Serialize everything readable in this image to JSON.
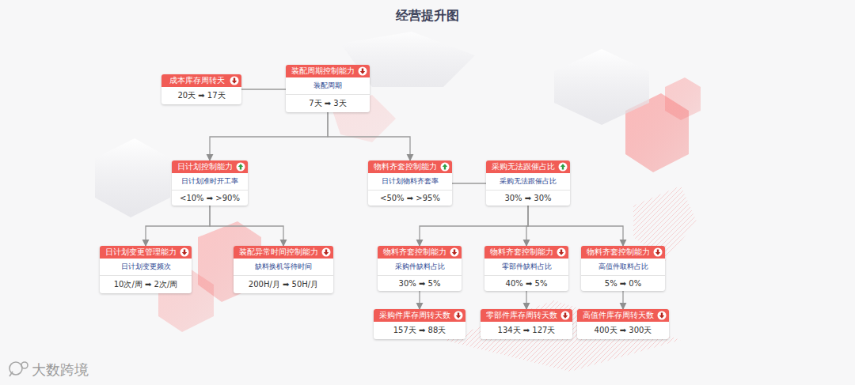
{
  "diagram": {
    "title": "经营提升图",
    "nodes": [
      {
        "text": [
          "成本库存周转天",
          "20天 ➡ 17天"
        ]
      },
      {
        "text": [
          "装配周期控制能力",
          "装配周期",
          "7天 ➡ 3天"
        ]
      },
      {
        "text": [
          "日计划控制能力",
          "日计划准时开工率",
          "<10% ➡ >90%"
        ]
      },
      {
        "text": [
          "物料齐套控制能力",
          "日计划物料齐套率",
          "<50% ➡ >95%"
        ]
      },
      {
        "text": [
          "采购无法跟催占比",
          "采购无法跟催占比",
          "30% ➡ 30%"
        ]
      },
      {
        "text": [
          "日计划变更管理能力",
          "日计划变更频次",
          "10次/周 ➡ 2次/周"
        ]
      },
      {
        "text": [
          "装配异常时间控制能力",
          "缺料换机等待时间",
          "200H/月 ➡ 50H/月"
        ]
      },
      {
        "text": [
          "物料齐套控制能力",
          "采购件缺料占比",
          "30% ➡ 5%"
        ]
      },
      {
        "text": [
          "物料齐套控制能力",
          "零部件缺料占比",
          "40% ➡ 5%"
        ]
      },
      {
        "text": [
          "物料齐套控制能力",
          "高值件取料占比",
          "5% ➡ 0%"
        ]
      },
      {
        "text": [
          "采购件库存周转天数",
          "157天 ➡ 88天"
        ]
      },
      {
        "text": [
          "零部件库存周转天数",
          "134天 ➡ 127天"
        ]
      },
      {
        "text": [
          "高值件库存周转天数",
          "400天 ➡ 300天"
        ]
      }
    ],
    "edges": [
      {
        "from": 1,
        "to": 0,
        "arrow": "none"
      },
      {
        "from": 1,
        "to": 2,
        "arrow": "to"
      },
      {
        "from": 1,
        "to": 3,
        "arrow": "to"
      },
      {
        "from": 3,
        "to": 4,
        "arrow": "none"
      },
      {
        "from": 2,
        "to": 5,
        "arrow": "to"
      },
      {
        "from": 2,
        "to": 6,
        "arrow": "to"
      },
      {
        "from": 4,
        "to": 7,
        "arrow": "to"
      },
      {
        "from": 4,
        "to": 8,
        "arrow": "to"
      },
      {
        "from": 4,
        "to": 9,
        "arrow": "to"
      },
      {
        "from": 7,
        "to": 10,
        "arrow": "to"
      },
      {
        "from": 8,
        "to": 11,
        "arrow": "to"
      },
      {
        "from": 9,
        "to": 12,
        "arrow": "to"
      }
    ],
    "labels": [
      "大数跨境"
    ]
  }
}
